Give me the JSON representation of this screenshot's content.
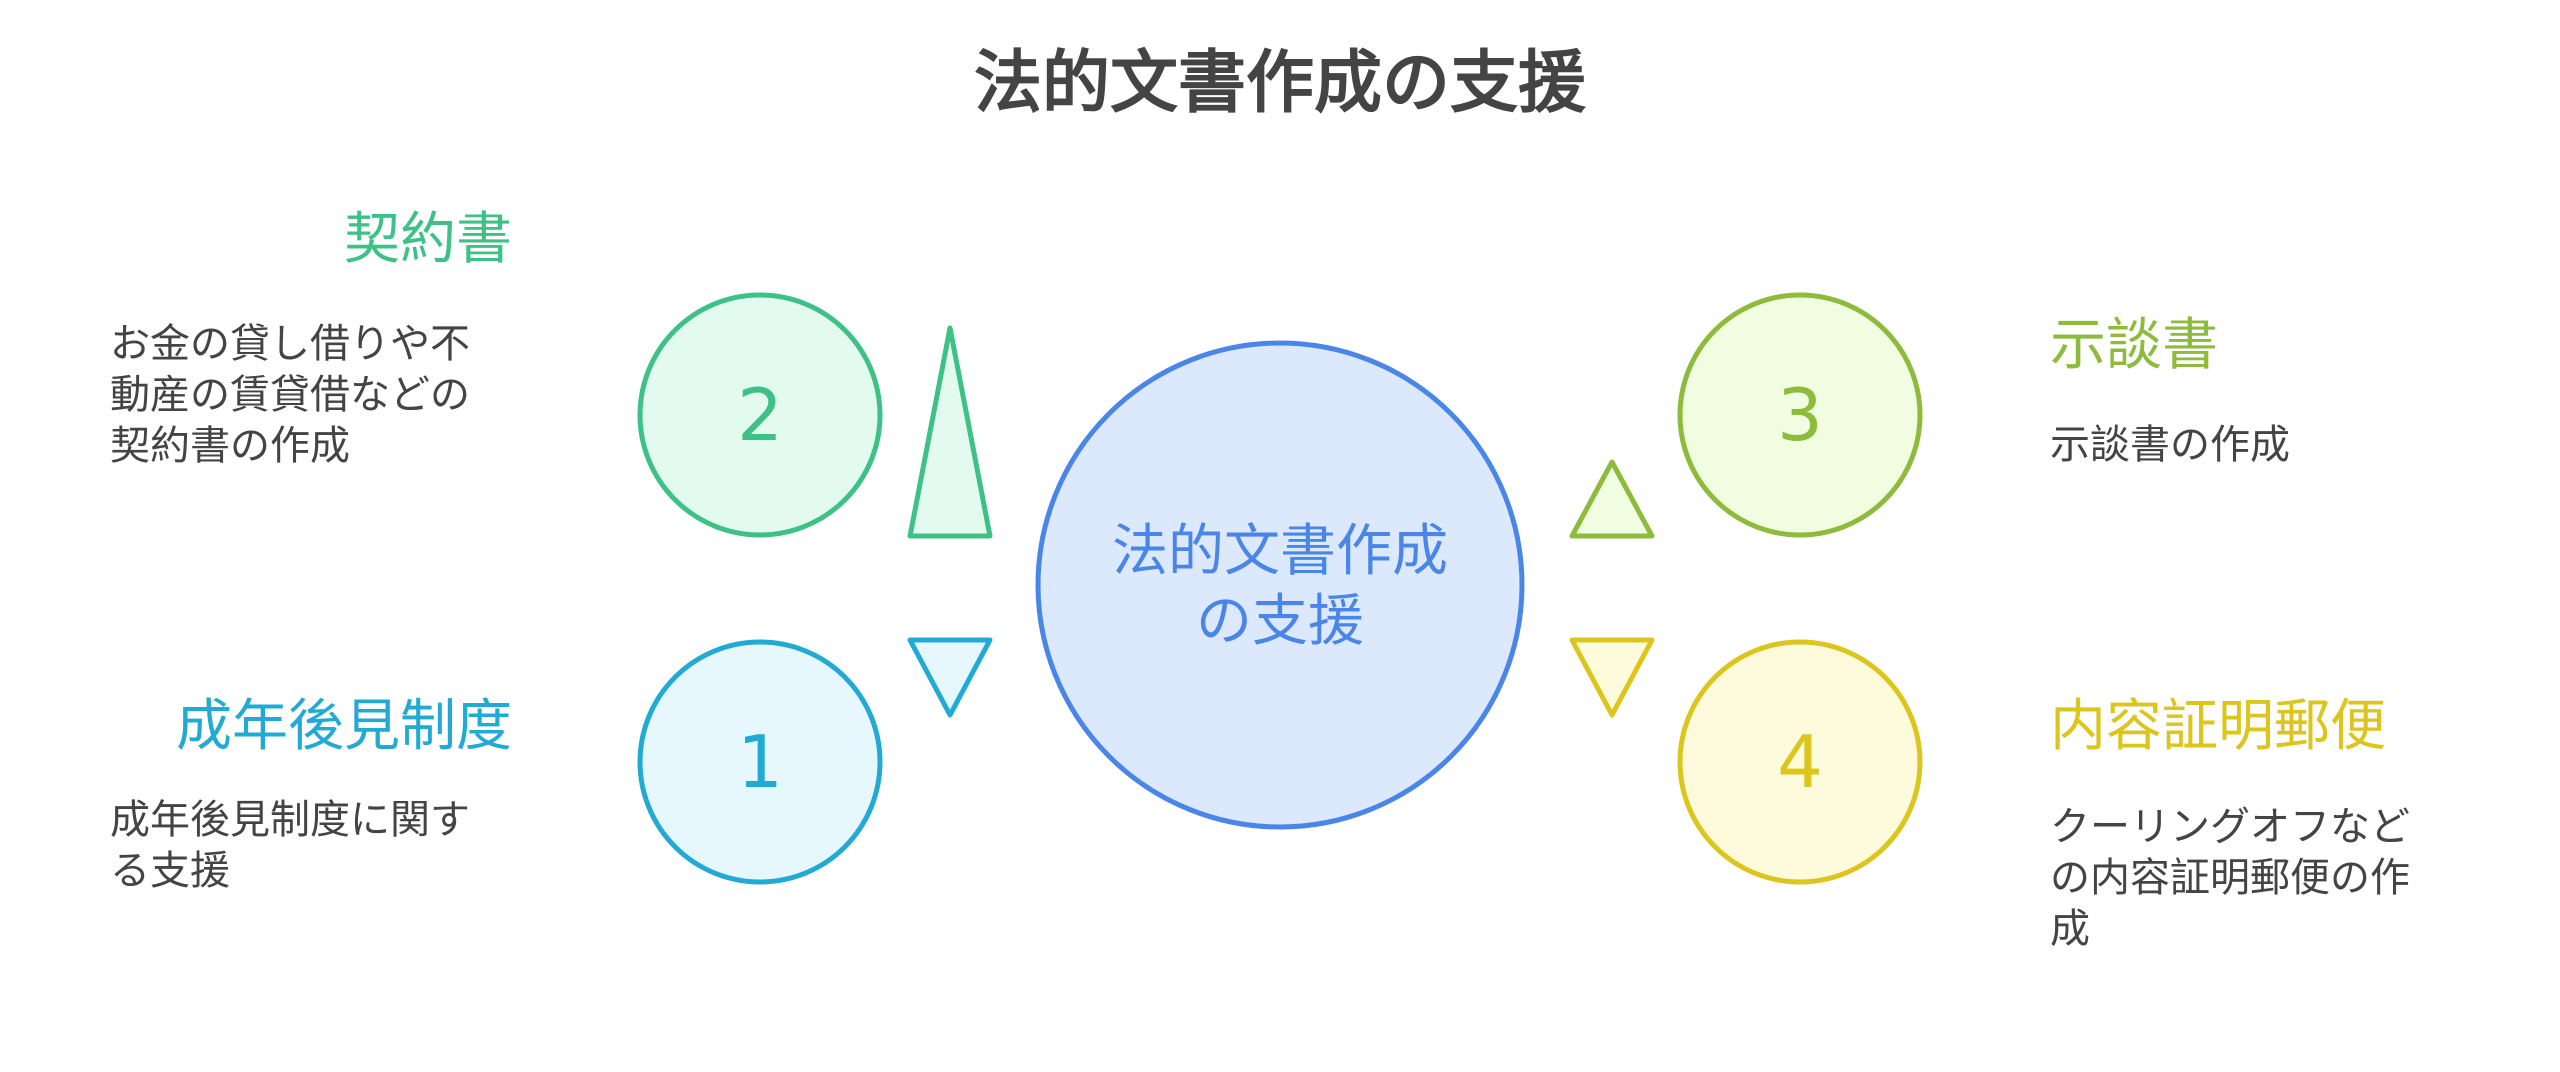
{
  "title": "法的文書作成の支援",
  "center": {
    "lines": [
      "法的文書作成",
      "の支援"
    ],
    "fill": "#dce8fc",
    "stroke": "#4a86e8"
  },
  "items": [
    {
      "number": "2",
      "heading": "契約書",
      "description": [
        "お金の貸し借りや不",
        "動産の賃貸借などの",
        "契約書の作成"
      ],
      "color": "#3ec186",
      "fill": "#e3fbef"
    },
    {
      "number": "1",
      "heading": "成年後見制度",
      "description": [
        "成年後見制度に関す",
        "る支援"
      ],
      "color": "#21aad4",
      "fill": "#e6f8fd"
    },
    {
      "number": "3",
      "heading": "示談書",
      "description": [
        "示談書の作成"
      ],
      "color": "#8dbb3c",
      "fill": "#f1fde0"
    },
    {
      "number": "4",
      "heading": "内容証明郵便",
      "description": [
        "クーリングオフなど",
        "の内容証明郵便の作",
        "成"
      ],
      "color": "#dcc51c",
      "fill": "#fdfbdc"
    }
  ]
}
